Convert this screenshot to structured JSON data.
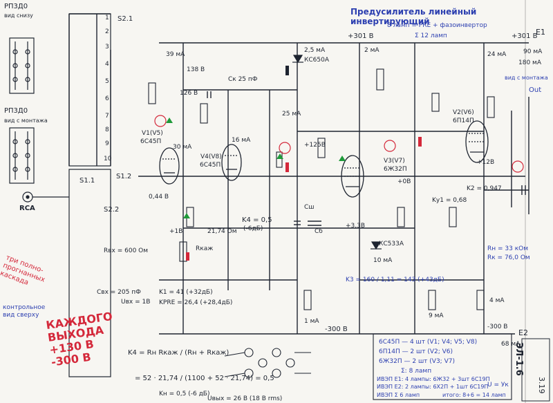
{
  "title": "Предусилитель линейный инвертирующий",
  "lamp_summary": {
    "line1": "8 ламп = PRE + фазоинвертор",
    "line2": "Σ 12 ламп"
  },
  "top_left": {
    "relay": "РП3Д0",
    "relay_view": "вид снизу",
    "relay2": "РП3Д0",
    "relay2_view": "вид с монтажа",
    "connector": "RCA",
    "switch1": "S2.1",
    "switch2": "S2.2",
    "switch3": "S1.1",
    "switch4": "S1.2"
  },
  "supply": {
    "rail1": "+301 В",
    "rail2": "+301 В",
    "rail3": "-300 В",
    "rail4": "-300 В",
    "label_e1": "E1",
    "label_e2": "E2",
    "current_e1": "180 мА",
    "current_e2": "68 мА"
  },
  "tubes": {
    "v1": "V1(V5)",
    "v1_type": "6С45П",
    "v4": "V4(V8)",
    "v4_type": "6С45П",
    "v3": "V3(V7)",
    "v3_type": "6Ж32П",
    "v2": "V2(V6)",
    "v2_type": "6П14П",
    "zener1": "КС650А",
    "zener2": "КС533А"
  },
  "annotations": {
    "a1": "39 мА",
    "a2": "30 мА",
    "a3": "16 мА",
    "a4": "2,5 мА",
    "a5": "25 мА",
    "a6": "2 мА",
    "a7": "24 мА",
    "a8": "90 мА",
    "a9": "10 мА",
    "a10": "1 мА",
    "a11": "9 мА",
    "a12": "4 мА",
    "a13": "K4 = 0,5",
    "a14": "(-6дБ)",
    "a15": "K1 = 41 (+32дБ)",
    "a16": "KPRE = 26,4 (+28,4дБ)",
    "a17": "K3 = 160 / 1,11 = 143 (+43дБ)",
    "a18": "K2 = 0,947",
    "a19": "Kу1 = 0,68",
    "a20": "Cвх = 205 пФ",
    "a21": "Uвх = 1В",
    "a22": "Cк 25 пФ",
    "a23": "Cш",
    "a24": "Cб",
    "a25": "138 В",
    "a26": "126 В",
    "a27": "+1В",
    "a28": "+3,3В",
    "a29": "+0В",
    "a30": "+12В",
    "a31": "0,44 В",
    "a32": "+125В",
    "a33": "21,74 Ом",
    "a34": "Rкаж",
    "a35": "Rвх = 600 Ом",
    "a36": "Uвых = 26 В (18 В rms)"
  },
  "bottom_table": {
    "row1": "6С45П — 4 шт (V1; V4; V5; V8)",
    "row2": "6П14П — 2 шт (V2; V6)",
    "row3": "6Ж32П — 2 шт (V3; V7)",
    "row4": "Σ: 8 ламп",
    "row5": "ИВЭП E1: 4 лампы: 6Ж32 + 3шт 6С19П",
    "row6": "ИВЭП E2: 2 лампы: 6Х2П + 1шт 6С19П",
    "row7": "ИВЭП Σ 6 ламп",
    "row8": "итого: 8+6 = 14 ламп"
  },
  "bottom_formula": {
    "k4_line1": "K4 = Rн Rкаж / (Rн + Rкаж)",
    "k4_line2": "= 52 · 21,74 / (1100 + 52 · 21,74) = 0,5",
    "kh": "Kн = 0,5 (-6 дБ)"
  },
  "red_notes": {
    "n1": "КАЖДОГО ВЫХОДА +130 В -300 В",
    "n2": "три полно-прогнанных каскада",
    "n3": "контрольное вид сверху"
  },
  "page_label": "ЭЛ-1.6",
  "page_num": "3.19",
  "output_label": "Out",
  "right_labels": {
    "r1": "вид с монтажа",
    "r2": "Rн = 33 кОм",
    "r3": "Rк = 76,0 Ом",
    "r4": "U = Ук"
  }
}
